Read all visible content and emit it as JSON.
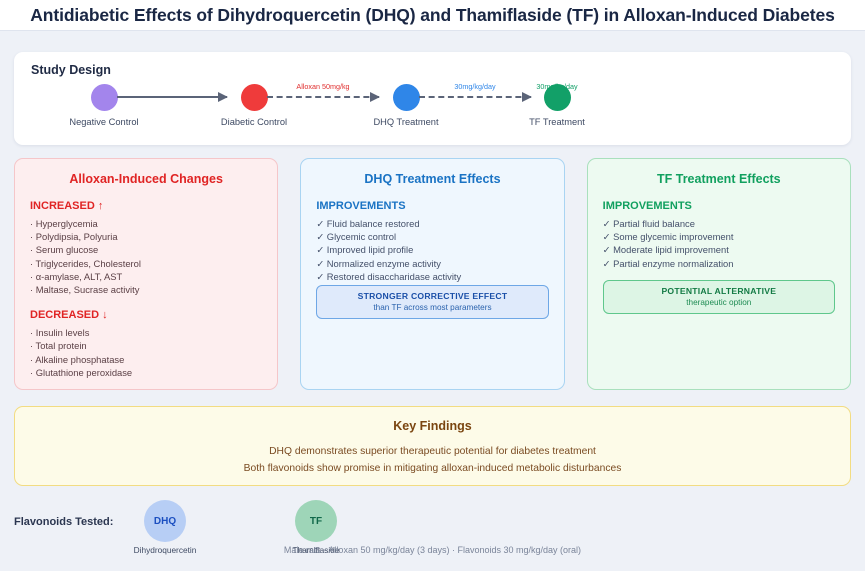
{
  "header": {
    "title": "Antidiabetic Effects of Dihydroquercetin (DHQ) and Thamiflaside (TF) in Alloxan-Induced Diabetes"
  },
  "study_design": {
    "title": "Study Design",
    "nodes": [
      {
        "label": "Negative Control",
        "color": "#a385ec"
      },
      {
        "label": "Diabetic Control",
        "color": "#ef3b3b"
      },
      {
        "label": "DHQ Treatment",
        "color": "#2f86e8"
      },
      {
        "label": "TF Treatment",
        "color": "#12a068"
      }
    ],
    "arrows": [
      {
        "label": "",
        "style": "solid"
      },
      {
        "label": "Alloxan 50mg/kg",
        "style": "dashed",
        "color": "#e03030"
      },
      {
        "label": "30mg/kg/day",
        "style": "dashed",
        "color": "#2f86e8"
      },
      {
        "label": "30mg/kg/day",
        "style": "dashed",
        "color": "#12a068"
      }
    ]
  },
  "panels": {
    "alloxan": {
      "title": "Alloxan-Induced Changes",
      "accent": "#e02424",
      "increased_head": "INCREASED ↑",
      "increased": [
        "· Hyperglycemia",
        "· Polydipsia, Polyuria",
        "· Serum glucose",
        "· Triglycerides, Cholesterol",
        "· α-amylase, ALT, AST",
        "· Maltase, Sucrase activity"
      ],
      "decreased_head": "DECREASED ↓",
      "decreased": [
        "· Insulin levels",
        "· Total protein",
        "· Alkaline phosphatase",
        "· Glutathione peroxidase"
      ]
    },
    "dhq": {
      "title": "DHQ Treatment Effects",
      "accent": "#1a73c4",
      "improvements_head": "IMPROVEMENTS",
      "improvements": [
        "✓ Fluid balance restored",
        "✓ Glycemic control",
        "✓ Improved lipid profile",
        "✓ Normalized enzyme activity",
        "✓ Restored disaccharidase activity"
      ],
      "badge_title": "STRONGER CORRECTIVE EFFECT",
      "badge_sub": "than TF across most parameters"
    },
    "tf": {
      "title": "TF Treatment Effects",
      "accent": "#11a05f",
      "improvements_head": "IMPROVEMENTS",
      "improvements": [
        "✓ Partial fluid balance",
        "✓ Some glycemic improvement",
        "✓ Moderate lipid improvement",
        "✓ Partial enzyme normalization"
      ],
      "badge_title": "POTENTIAL ALTERNATIVE",
      "badge_sub": "therapeutic option"
    }
  },
  "findings": {
    "title": "Key Findings",
    "line1": "DHQ demonstrates superior therapeutic potential for diabetes treatment",
    "line2": "Both flavonoids show promise in mitigating alloxan-induced metabolic disturbances"
  },
  "footer": {
    "label": "Flavonoids Tested:",
    "flavonoids": [
      {
        "abbr": "DHQ",
        "name": "Dihydroquercetin",
        "color": "#b7cef5"
      },
      {
        "abbr": "TF",
        "name": "Thamiflaside",
        "color": "#9ed5b8"
      }
    ],
    "note": "Male rats · Alloxan 50 mg/kg/day (3 days) · Flavonoids 30 mg/kg/day (oral)"
  }
}
